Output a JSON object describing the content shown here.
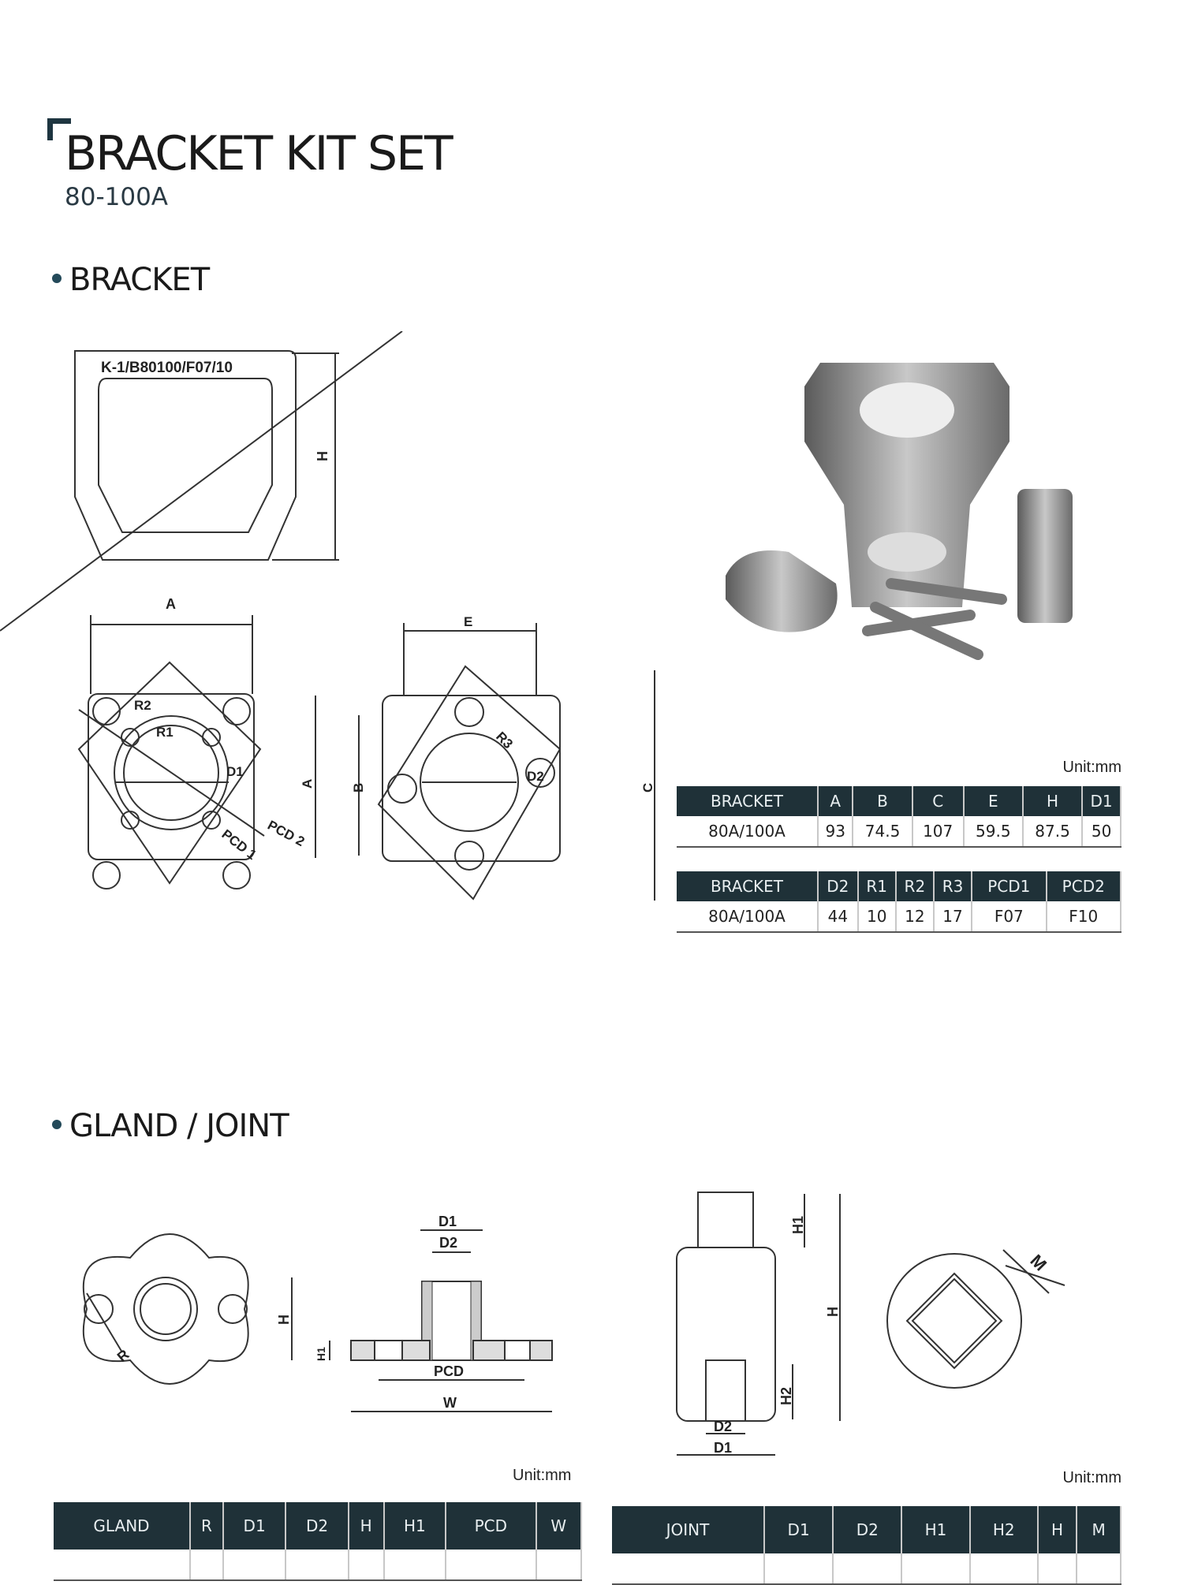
{
  "header": {
    "title": "BRACKET KIT SET",
    "subtitle": "80-100A"
  },
  "sections": {
    "bracket": "BRACKET",
    "gland_joint": "GLAND / JOINT"
  },
  "bracket_drawing": {
    "part_label": "K-1/B80100/F07/10",
    "dims": {
      "H": "H",
      "A": "A",
      "R2": "R2",
      "R1": "R1",
      "D1": "D1",
      "PCD2": "PCD 2",
      "PCD1": "PCD 1",
      "E": "E",
      "B": "B",
      "R3": "R3",
      "D2": "D2",
      "C": "C"
    }
  },
  "gland_drawing": {
    "R": "R",
    "D1": "D1",
    "D2": "D2",
    "H": "H",
    "H1": "H1",
    "PCD": "PCD",
    "W": "W"
  },
  "joint_drawing": {
    "H1": "H1",
    "H": "H",
    "H2": "H2",
    "D2": "D2",
    "D1": "D1",
    "M": "M"
  },
  "bracket_table_1": {
    "unit": "Unit:mm",
    "headers": [
      "BRACKET",
      "A",
      "B",
      "C",
      "E",
      "H",
      "D1"
    ],
    "row": [
      "80A/100A",
      "93",
      "74.5",
      "107",
      "59.5",
      "87.5",
      "50"
    ]
  },
  "bracket_table_2": {
    "headers": [
      "BRACKET",
      "D2",
      "R1",
      "R2",
      "R3",
      "PCD1",
      "PCD2"
    ],
    "row": [
      "80A/100A",
      "44",
      "10",
      "12",
      "17",
      "F07",
      "F10"
    ]
  },
  "gland_table": {
    "unit": "Unit:mm",
    "headers": [
      "GLAND",
      "R",
      "D1",
      "D2",
      "H",
      "H1",
      "PCD",
      "W"
    ]
  },
  "joint_table": {
    "unit": "Unit:mm",
    "headers": [
      "JOINT",
      "D1",
      "D2",
      "H1",
      "H2",
      "H",
      "M"
    ]
  }
}
